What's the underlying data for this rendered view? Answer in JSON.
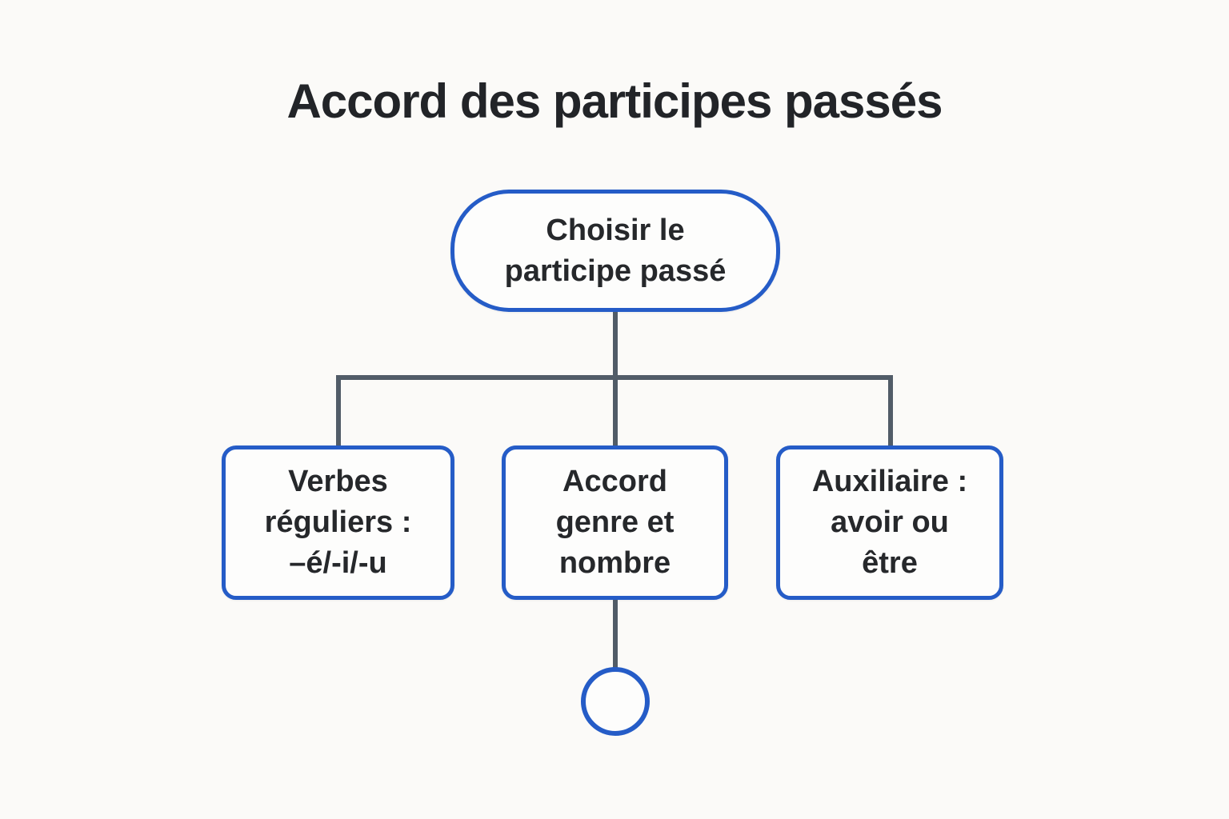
{
  "title": "Accord des participes passés",
  "root_node": {
    "id": "choisir-le-participe-passe",
    "label": "Choisir le\nparticipe passé"
  },
  "child_nodes": [
    {
      "id": "verbes-reguliers",
      "label": "Verbes\nréguliers :\n–é/-i/-u"
    },
    {
      "id": "accord-genre-nombre",
      "label": "Accord\ngenre et\nnombre"
    },
    {
      "id": "auxiliaire-avoir-etre",
      "label": "Auxiliaire :\navoir ou\nêtre"
    }
  ],
  "terminal_node": {
    "shape": "circle"
  },
  "colors": {
    "background": "#fbfaf8",
    "node_border": "#255cc7",
    "node_fill": "#fdfdfc",
    "connector": "#515c68",
    "text": "#26282b"
  }
}
